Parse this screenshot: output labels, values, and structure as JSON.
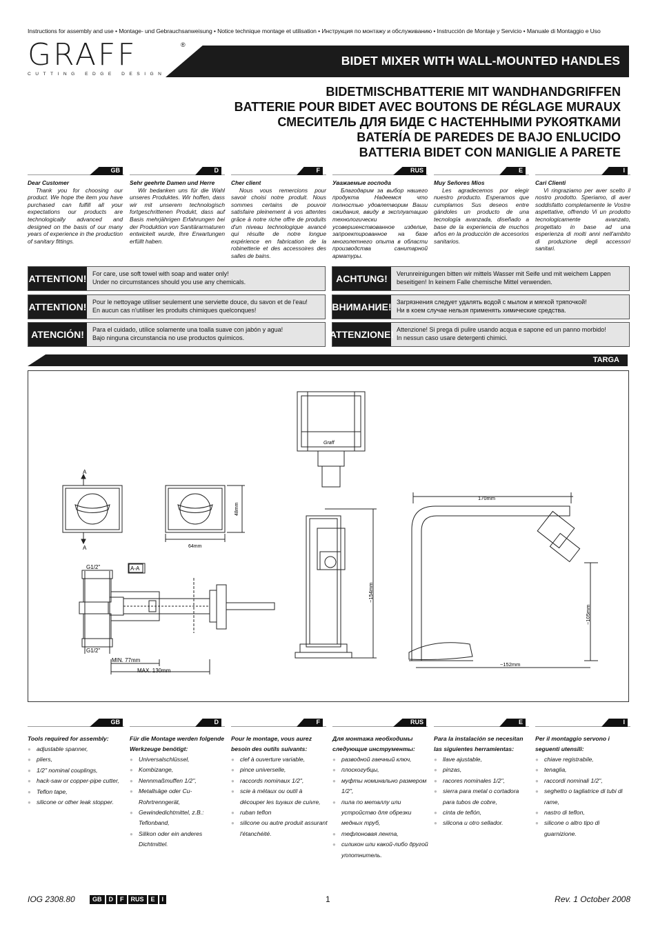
{
  "header": {
    "topline": "Instructions for assembly and use • Montage- und Gebrauchsanweisung • Notice technique montage et utilisation • Инструкция по монтажу и обслуживанию • Instrucción de Montaje y Servicio • Manuale di Montaggio e Uso",
    "logo": "GRAFF",
    "logo_sub": "CUTTING EDGE DESIGN",
    "title": "BIDET MIXER WITH WALL-MOUNTED HANDLES",
    "subtitles": [
      "BIDETMISCHBATTERIE MIT WANDHANDGRIFFEN",
      "BATTERIE POUR BIDET AVEC BOUTONS DE RÉGLAGE MURAUX",
      "СМЕСИТЕЛЬ ДЛЯ БИДЕ С НАСТЕННЫМИ  РУКОЯТКАМИ",
      "BATERÍA DE PAREDES DE BAJO ENLUCIDO",
      "BATTERIA BIDET CON MANIGLIE A PARETE"
    ]
  },
  "languages": [
    "GB",
    "D",
    "F",
    "RUS",
    "E",
    "I"
  ],
  "intro": [
    {
      "greet": "Dear Customer",
      "text": "Thank you for choosing our product. We hope the item you have purchased can fulfill all your expectations our products are technologically advanced and designed on the basis of our many years of experience in the production of sanitary fittings."
    },
    {
      "greet": "Sehr geehrte Damen und Herre",
      "text": "Wir bedanken uns für die Wahl unseres Produktes. Wir hoffen, dass wir mit unserem technologisch fortgeschrittenen Produkt, dass auf Basis mehrjährigen Erfahrungen bei der Produktion von Sanitärarmaturen entwickelt wurde, Ihre Erwartungen erfüllt haben."
    },
    {
      "greet": "Cher client",
      "text": "Nous vous remercions pour savoir choisi notre produit. Nous sommes certains de pouvoir satisfaire pleinement à vos attentes grâce à notre riche offre de produits d'un niveau technologique avancé qui résulte de notre longue expérience en fabrication de la robinetterie et des accessoires des salles de bains."
    },
    {
      "greet": "Уважаемые господа",
      "text": "Благодарим за выбор нашего продукта Надеемся что полностью удовлетворим Ваши ожидания, ввиду в эксплуатацию технологически усовершенствованное изделие, запроектированное на базе многолетнего опыта в области производства санитарной арматуры."
    },
    {
      "greet": "Muy Señores Míos",
      "text": "Les agradecemos por elegir nuestro producto. Esperamos que cumplamos Sus deseos entre gándoles un producto de una tecnología avanzada, diseñado a base de la experiencia de muchos años en la producción de accesorios sanitarios."
    },
    {
      "greet": "Cari Clienti",
      "text": "Vi ringraziamo per aver scelto il nostro prodotto. Speriamo, di aver soddisfatto completamente le Vostre aspettative, offrendo Vi un prodotto tecnologicamente avanzato, progettato in base ad una esperienza di molti anni nell'ambito di produzione degli accessori sanitari."
    }
  ],
  "warnings": [
    {
      "label": "ATTENTION!",
      "lines": [
        "For care, use soft towel with soap and water only!",
        "Under no circumstances should you use any chemicals."
      ]
    },
    {
      "label": "ACHTUNG!",
      "lines": [
        "Verunreinigungen bitten wir mittels Wasser mit Seife und mit weichem Lappen",
        "beseitigen! In keinem Falle chemische Mittel verwenden."
      ]
    },
    {
      "label": "ATTENTION!",
      "lines": [
        "Pour le nettoyage utiliser seulement une serviette douce, du savon et de l'eau!",
        "En aucun cas n'utiliser les produits chimiques quelconques!"
      ]
    },
    {
      "label": "ВНИМАНИЕ!",
      "lines": [
        "Загрязнения следует удалять водой с мылом и мягкой тряпочкой!",
        "Ни в коем случае нельзя применять химические средства."
      ]
    },
    {
      "label": "ATENCIÓN!",
      "lines": [
        "Para el cuidado, utilice solamente una toalla suave con jabón y agua!",
        "Bajo ninguna circunstancia no use productos químicos."
      ]
    },
    {
      "label": "ATTENZIONE!",
      "lines": [
        "Attenzione! Si prega di pulire usando acqua e sapone ed un panno morbido!",
        "In nessun caso usare detergenti chimici."
      ]
    }
  ],
  "section": {
    "title": "TARGA"
  },
  "drawing": {
    "brand": "Graff",
    "section_a": "A",
    "section_aa": "A-A",
    "thread_top": "G1/2\"",
    "thread_bottom": "G1/2\"",
    "dim_48": "48mm",
    "dim_64": "64mm",
    "dim_min": "MIN. 77mm",
    "dim_max": "MAX. 130mm",
    "dim_154": "~154mm",
    "dim_170": "170mm",
    "dim_105": "~105mm",
    "dim_152": "~152mm"
  },
  "tools": [
    {
      "head": "Tools required for assembly:",
      "items": [
        "adjustable spanner,",
        "pliers,",
        "1/2\" nominal couplings,",
        "hack-saw or copper-pipe cutter,",
        "Teflon tape,",
        "silicone or other leak stopper."
      ]
    },
    {
      "head": "Für die Montage werden folgende Werkzeuge benötigt:",
      "items": [
        "Universalschlüssel,",
        "Kombizange,",
        "Nennmaßmuffen 1/2\",",
        "Metallsäge oder Cu-Rohrtrenngerät,",
        "Gewindedichtmittel, z.B.: Teflonband,",
        "Silikon oder ein anderes Dichtmittel."
      ]
    },
    {
      "head": "Pour le montage, vous aurez besoin des outils suivants:",
      "items": [
        "clef à ouverture variable,",
        "pince universelle,",
        "raccords nominaux 1/2\",",
        "scie à métaux ou outil à découper les tuyaux de cuivre,",
        "ruban teflon",
        "silicone ou autre produit assurant l'étanchéité."
      ]
    },
    {
      "head": "Для монтажа необходимы следующие инструменты:",
      "items": [
        "разводной гаечный ключ,",
        "плоскогубцы,",
        "муфты номинально размером 1/2\",",
        "пила по металлу или устройство для обрезки медных труб,",
        "тефлоновая лента,",
        "силикон или какой-либо другой уплотнитель."
      ]
    },
    {
      "head": "Para la instalación se necesitan las siguientes herramientas:",
      "items": [
        "llave ajustable,",
        "pinzas,",
        "racores nominales 1/2\",",
        "sierra para metal o cortadora para tubos de cobre,",
        "cinta de teflón,",
        "silicona u otro sellador."
      ]
    },
    {
      "head": "Per il montaggio servono i seguenti utensili:",
      "items": [
        "chiave registrabile,",
        "tenaglia,",
        "raccordi nominali 1/2\",",
        "seghetto o tagliatrice di tubi di rame,",
        "nastro di teflon,",
        "silicone o altro tipo di guarnizione."
      ]
    }
  ],
  "footer": {
    "code": "IOG 2308.80",
    "page": "1",
    "revision": "Rev. 1 October 2008"
  }
}
